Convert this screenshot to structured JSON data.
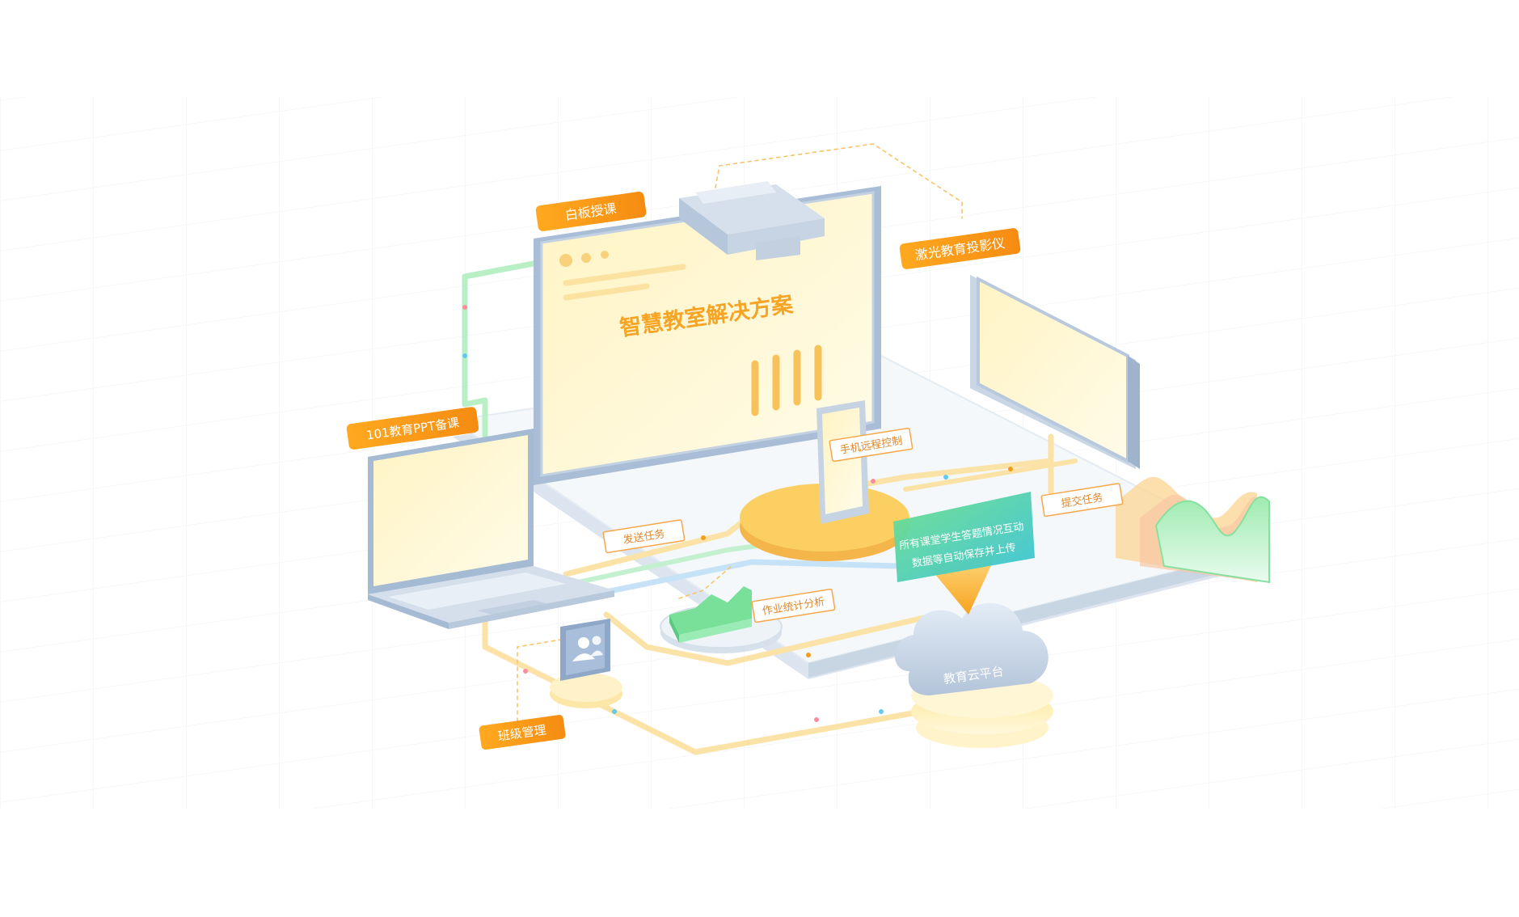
{
  "diagram": {
    "whiteboard_title": "智慧教室解决方案",
    "labels": {
      "whiteboard": "白板授课",
      "projector": "激光教育投影仪",
      "ppt": "101教育PPT备课",
      "remote": "手机远程控制",
      "send_task": "发送任务",
      "submit_task": "提交任务",
      "analysis": "作业统计分析",
      "class_mgmt": "班级管理",
      "cloud": "教育云平台",
      "data_line1": "所有课堂学生答题情况互动",
      "data_line2": "数据等自动保存并上传"
    },
    "icons": {
      "projector": "projector-icon",
      "laptop": "laptop-icon",
      "phone": "phone-icon",
      "users": "users-icon",
      "cloud": "cloud-icon",
      "chart": "area-chart-icon"
    },
    "colors": {
      "accent_orange": "#F99A1C",
      "screen_fill": "#FFF7D6",
      "device_frame": "#B8C9DD",
      "flow_green": "#A8E6B4",
      "flow_yellow": "#FBE2A4",
      "flow_blue": "#BFDDF5",
      "banner_green": "#63D8A0",
      "banner_teal": "#3FC7D4"
    }
  }
}
